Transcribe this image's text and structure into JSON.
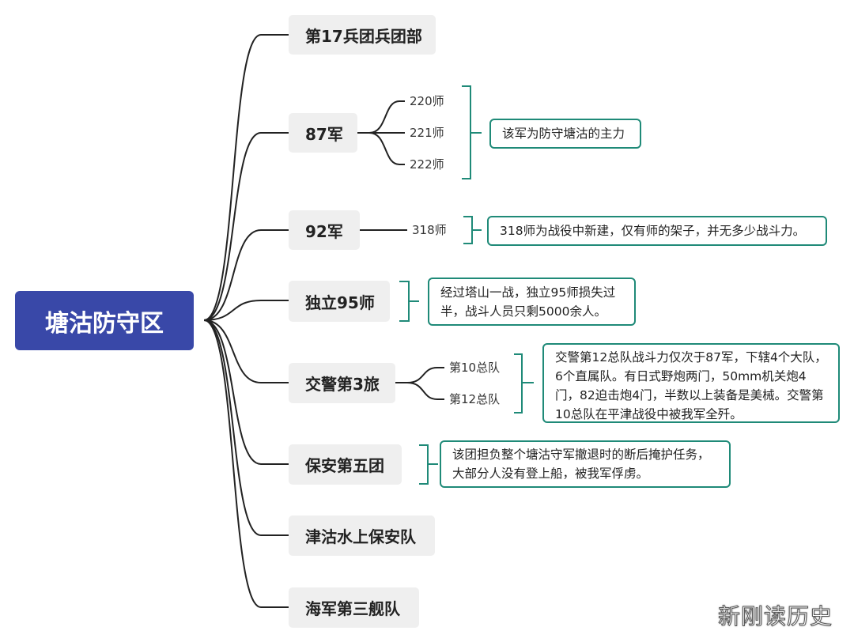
{
  "root": "塘沽防守区",
  "branches": [
    {
      "label": "第17兵团兵团部"
    },
    {
      "label": "87军",
      "children": [
        "220师",
        "221师",
        "222师"
      ],
      "note": "该军为防守塘沽的主力"
    },
    {
      "label": "92军",
      "children": [
        "318师"
      ],
      "note": "318师为战役中新建，仅有师的架子，并无多少战斗力。"
    },
    {
      "label": "独立95师",
      "note": "经过塔山一战，独立95师损失过半，战斗人员只剩5000余人。"
    },
    {
      "label": "交警第3旅",
      "children": [
        "第10总队",
        "第12总队"
      ],
      "note": "交警第12总队战斗力仅次于87军，下辖4个大队，6个直属队。有日式野炮两门，50mm机关炮4门，82迫击炮4门，半数以上装备是美械。交警第10总队在平津战役中被我军全歼。"
    },
    {
      "label": "保安第五团",
      "note": "该团担负整个塘沽守军撤退时的断后掩护任务，大部分人没有登上船，被我军俘虏。"
    },
    {
      "label": "津沽水上保安队"
    },
    {
      "label": "海军第三舰队"
    }
  ],
  "watermark": "新刚读历史",
  "colors": {
    "root": "#3948a8",
    "note_border": "#1f8a78",
    "node_bg": "#efefef",
    "line": "#222222"
  }
}
